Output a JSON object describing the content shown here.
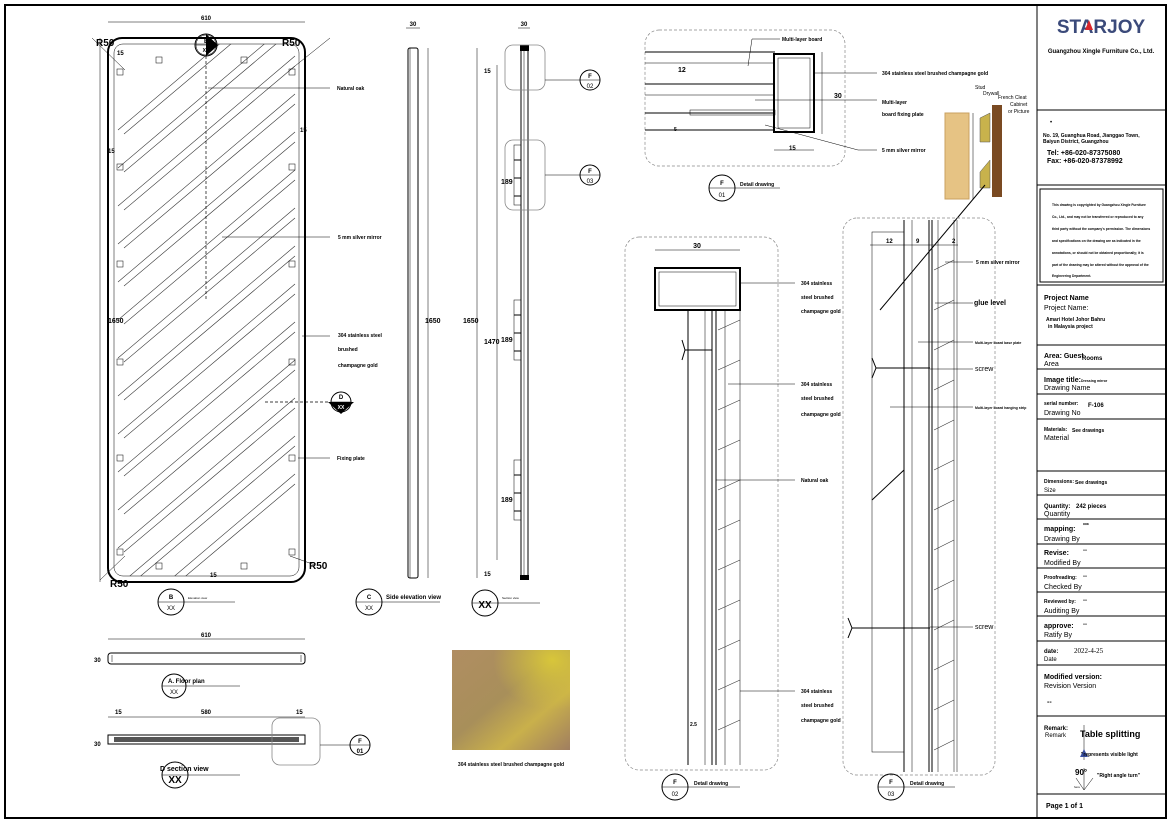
{
  "title_block": {
    "logo": "STARJOY",
    "company": "Guangzhou Xingle Furniture Co., Ltd.",
    "address_bullet": "•",
    "address": [
      "No. 19, Guanghua Road, Jianggao Town,",
      "Baiyun District, Guangzhou"
    ],
    "tel": "Tel: +86-020-87375080",
    "fax": "Fax: +86-020-87378992",
    "copyright": [
      "This drawing is copyrighted by Guangzhou Xingle Furniture",
      "Co., Ltd., and may not be transferred or reproduced to any",
      "third party without the company's permission. The dimensions",
      "and specifications on the drawing are as indicated in the",
      "annotations, or should not be obtained proportionally; it is",
      "part of the drawing may be altered without the approval of the",
      "Engineering Department."
    ],
    "project_label": "Project Name",
    "project_label2": "Project Name:",
    "project_value": [
      "Amari Hotel Johor Bahru",
      "in Malaysia project"
    ],
    "area_label": "Area: Guest",
    "area_value": "Rooms",
    "area_label2": "Area",
    "image_title_label": "Image title:",
    "image_title_value": "Dressing mirror",
    "drawing_name_label": "Drawing Name",
    "serial_label": "serial number:",
    "serial_value": "F-106",
    "drawing_no_label": "Drawing No",
    "materials_label": "Materials:",
    "materials_value": "See drawings",
    "material_label2": "Material",
    "dimensions_label": "Dimensions:",
    "dimensions_value": "See drawings",
    "size_label": "Size",
    "quantity_label": "Quantity:",
    "quantity_value": "242 pieces",
    "quantity_label2": "Quantity",
    "mapping_label": "mapping:",
    "mapping_value": "***",
    "drawing_by_label": "Drawing By",
    "revise_label": "Revise:",
    "revise_value": "--",
    "modified_by_label": "Modified By",
    "proofreading_label": "Proofreading:",
    "proofreading_value": "--",
    "checked_by_label": "Checked By",
    "reviewed_label": "Reviewed by:",
    "reviewed_value": "--",
    "auditing_by_label": "Auditing By",
    "approve_label": "approve:",
    "approve_value": "--",
    "ratify_by_label": "Ratify By",
    "date_label": "date:",
    "date_value": "2022-4-25",
    "date_label2": "Date",
    "modified_version_label": "Modified version:",
    "revision_version_label": "Revision Version",
    "revision_value": "--",
    "remark_label": "Remark:",
    "remark_label2": "Remark",
    "table_splitting": "Table splitting",
    "visible_light": "\"represents visible light",
    "angle": "90°",
    "right_angle": "\"Right angle turn\"",
    "angle_small": "here",
    "page": "Page 1 of 1",
    "logo_accent": "#d9262c",
    "logo_color": "#3b4a7a"
  },
  "elevation": {
    "width_dim": "610",
    "height_dim": "1650",
    "radius": "R50",
    "offset": "15",
    "marker_e": {
      "letter": "E",
      "ref": "XX"
    },
    "marker_d": {
      "letter": "D",
      "ref": "XX"
    },
    "marker_b": {
      "letter": "B",
      "ref": "XX",
      "caption": "Elevation view"
    },
    "labels": {
      "natural_oak": "Natural oak",
      "mirror": "5 mm silver mirror",
      "steel": [
        "304 stainless steel",
        "brushed",
        "champagne gold"
      ],
      "fixing_plate": "Fixing plate"
    }
  },
  "side_view": {
    "width_dim": "30",
    "height_dim": "1650",
    "marker": {
      "letter": "C",
      "ref": "XX"
    },
    "caption": "Side elevation view"
  },
  "section": {
    "width_dim": "30",
    "height_dim": "1650",
    "inner_dim": "1470",
    "plate_dim": "189",
    "end_dim": "15",
    "marker": {
      "ref": "XX",
      "caption": "Section view"
    },
    "callout_f02": {
      "letter": "F",
      "ref": "02"
    },
    "callout_f03": {
      "letter": "F",
      "ref": "03"
    }
  },
  "floor_plan": {
    "width_dim": "610",
    "depth_dim": "30",
    "caption": "A. Floor plan",
    "ref": "XX"
  },
  "d_section": {
    "dims": [
      "15",
      "580",
      "15"
    ],
    "depth_dim": "30",
    "caption": "D section view",
    "ref": "XX",
    "callout": {
      "letter": "F",
      "ref": "01"
    }
  },
  "sample": {
    "caption": "304 stainless steel brushed champagne gold"
  },
  "detail_f01": {
    "labels": {
      "multilayer_board": "Multi-layer board",
      "steel": "304 stainless steel brushed champagne gold",
      "multilayer": "Multi-layer",
      "fixing_plate": "board fixing plate",
      "mirror": "5 mm silver mirror"
    },
    "dims": {
      "thickness": "12",
      "height": "30",
      "width": "15",
      "small": "5"
    },
    "marker": {
      "letter": "F",
      "ref": "01",
      "caption": "Detail drawing"
    },
    "cleat": {
      "stud": "Stud",
      "drywall": "Drywall",
      "french_cleat": "French Cleat",
      "cabinet": "Cabinet",
      "picture": "or Picture"
    }
  },
  "detail_f02": {
    "width_dim": "30",
    "small_dim": "2.5",
    "labels": {
      "steel_top": [
        "304 stainless",
        "steel brushed",
        "champagne gold"
      ],
      "steel_mid": [
        "304 stainless",
        "steel brushed",
        "champagne gold"
      ],
      "natural_oak": "Natural oak",
      "steel_bottom": [
        "304 stainless",
        "steel brushed",
        "champagne gold"
      ]
    },
    "marker": {
      "letter": "F",
      "ref": "02",
      "caption": "Detail drawing"
    }
  },
  "detail_f03": {
    "dims": [
      "12",
      "9",
      "2"
    ],
    "labels": {
      "mirror": "5 mm silver mirror",
      "glue": "glue level",
      "base_plate": "Multi-layer board base plate",
      "screw": "screw",
      "hanging": "Multi-layer board hanging strip",
      "screw2": "screw"
    },
    "marker": {
      "letter": "F",
      "ref": "03",
      "caption": "Detail drawing"
    }
  }
}
